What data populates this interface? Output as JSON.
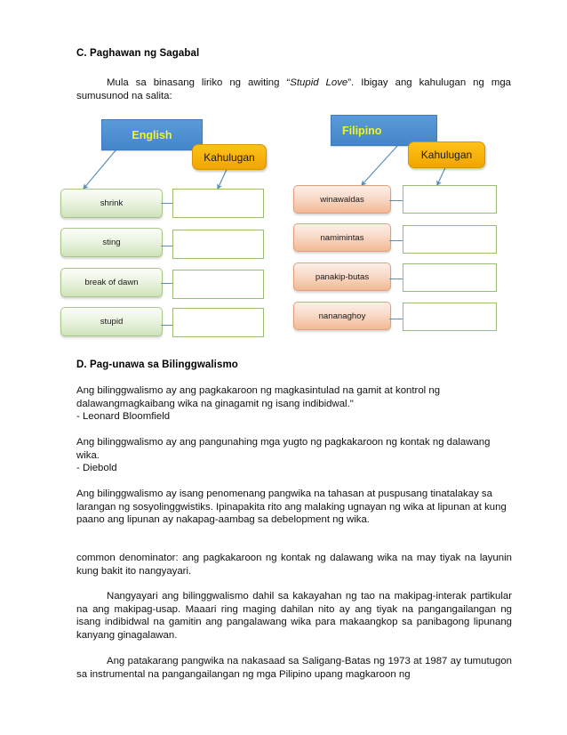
{
  "sections": {
    "c": {
      "heading": "C. Paghawan ng Sagabal",
      "intro_pre": "Mula sa binasang liriko ng awiting “",
      "intro_title": "Stupid Love",
      "intro_post": "”. Ibigay ang kahulugan ng mga sumusunod na salita:"
    },
    "d": {
      "heading": "D. Pag-unawa sa Bilinggwalismo",
      "paragraphs": [
        "Ang bilinggwalismo ay ang pagkakaroon ng magkasintulad na gamit at kontrol ng dalawangmagkaibang wika na ginagamit ng isang indibidwal.\"",
        "- Leonard Bloomfield",
        "Ang bilinggwalismo ay ang pangunahing mga yugto ng pagkakaroon ng kontak ng dalawang wika.",
        "- Diebold",
        "Ang bilinggwalismo ay isang penomenang pangwika na tahasan at puspusang tinatalakay sa larangan ng sosyolinggwistiks. Ipinapakita rito ang malaking ugnayan ng wika at lipunan at kung paano ang lipunan ay nakapag-aambag sa debelopment ng wika.",
        "common denominator: ang pagkakaroon ng kontak ng dalawang wika na may tiyak na layunin kung bakit ito nangyayari.",
        "Nangyayari ang bilinggwalismo dahil sa kakayahan ng tao na makipag-interak partikular na ang makipag-usap. Maaari ring maging dahilan nito ay ang tiyak na pangangailangan ng isang indibidwal na gamitin ang pangalawang wika para makaangkop sa panibagong lipunang kanyang ginagalawan.",
        "Ang patakarang pangwika na nakasaad sa Saligang-Batas ng 1973 at 1987 ay tumutugon sa instrumental na pangangailangan ng mga Pilipino upang magkaroon ng"
      ]
    }
  },
  "diagram": {
    "english": {
      "header": "English",
      "meaning_header": "Kahulugan",
      "terms": [
        "shrink",
        "sting",
        "break of dawn",
        "stupid"
      ],
      "answers": [
        "",
        "",
        "",
        ""
      ]
    },
    "filipino": {
      "header": "Filipino",
      "meaning_header": "Kahulugan",
      "terms": [
        "winawaldas",
        "namimintas",
        "panakip-butas",
        "nananaghoy"
      ],
      "answers": [
        "",
        "",
        "",
        ""
      ]
    }
  },
  "colors": {
    "header_blue": "#4b8fd0",
    "header_text_yellow": "#f2f425",
    "amber": "#f5ab00",
    "green_border": "#9bbb75",
    "peach": "#f2b894",
    "arrow_blue": "#5b8fba"
  }
}
